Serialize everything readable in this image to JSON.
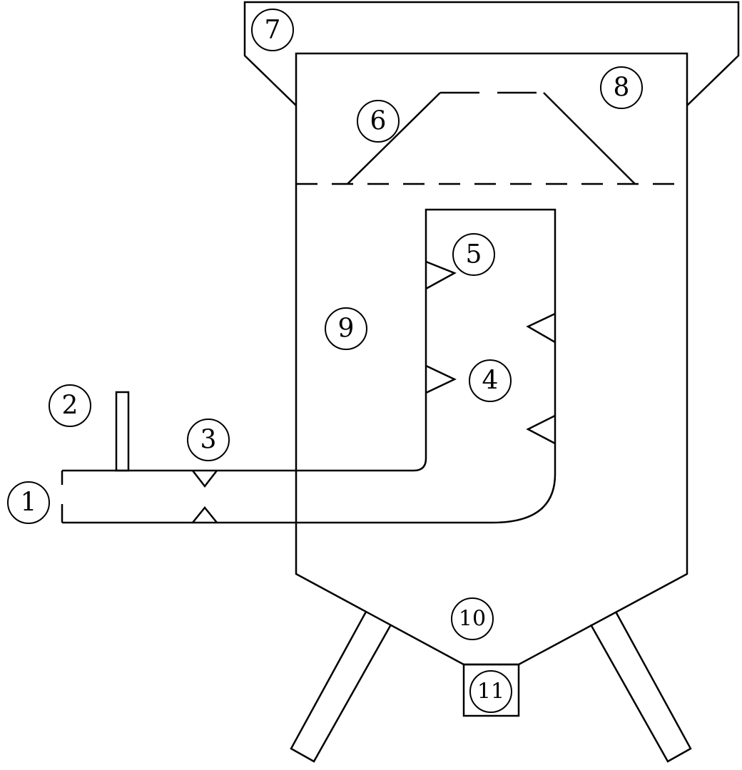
{
  "diagram": {
    "labels": [
      "1",
      "2",
      "3",
      "4",
      "5",
      "6",
      "7",
      "8",
      "9",
      "10",
      "11"
    ]
  }
}
